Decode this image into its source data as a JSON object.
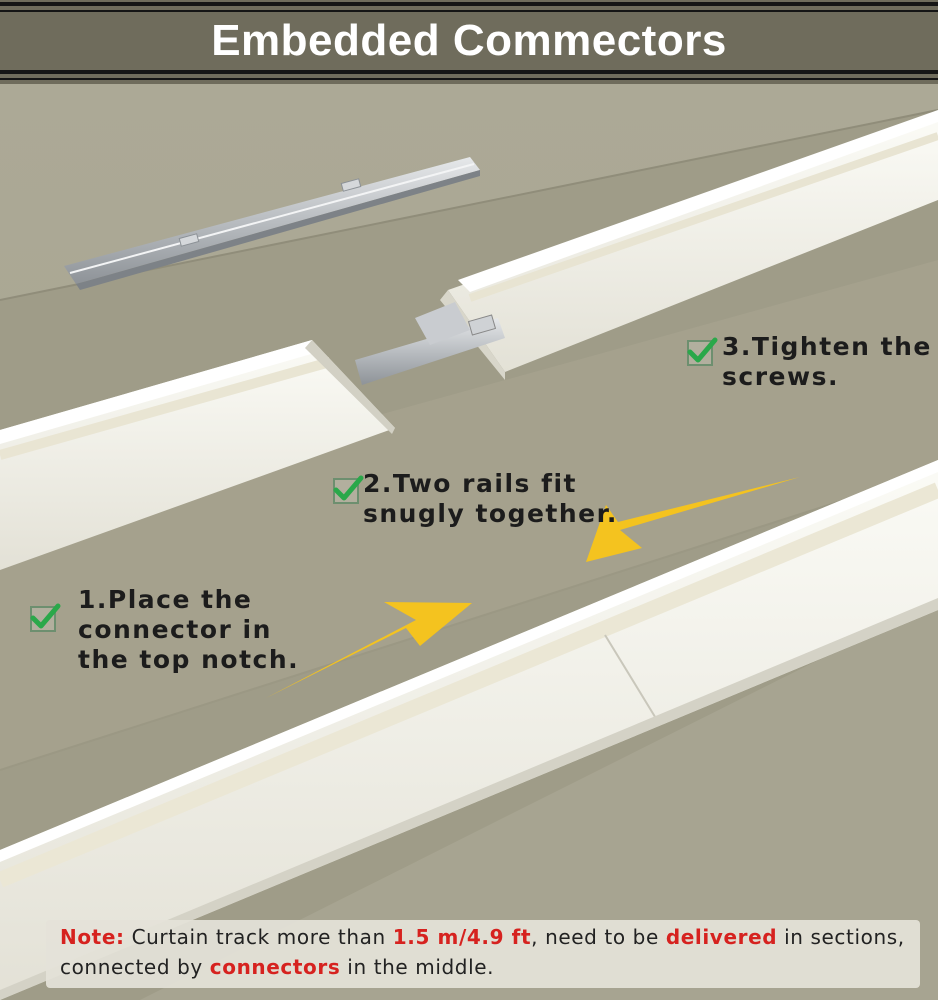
{
  "header": {
    "title": "Embedded Commectors"
  },
  "steps": [
    {
      "lines": [
        "1.Place the",
        "connector in",
        "the top notch."
      ]
    },
    {
      "lines": [
        "2.Two rails fit",
        "snugly together."
      ]
    },
    {
      "lines": [
        "3.Tighten the",
        "screws."
      ]
    }
  ],
  "note": {
    "label": "Note:",
    "t1": " Curtain track more than ",
    "length": "1.5 m/4.9 ft",
    "t2": ", need to be ",
    "delivered": "delivered",
    "t3": " in sections, connected by ",
    "connectors": "connectors",
    "t4": " in the middle."
  },
  "colors": {
    "accent_arrow": "#f4c31f",
    "check": "#2aa84a",
    "note_highlight": "#d6221f",
    "header_bg": "#6f6c5c"
  },
  "icons": [
    "check-icon",
    "arrow-icon"
  ]
}
